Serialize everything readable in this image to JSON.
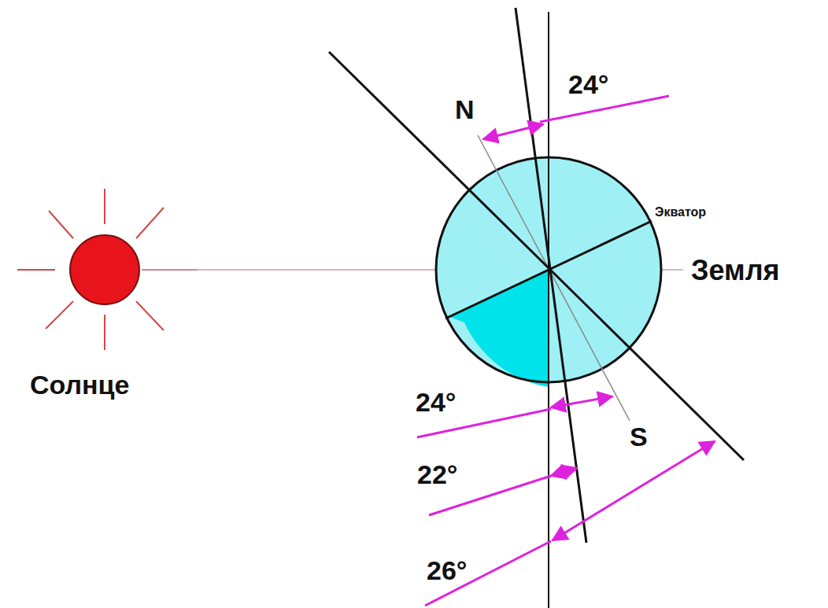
{
  "diagram": {
    "labels": [
      "N",
      "24°",
      "Экватор",
      "Земля",
      "Солнце",
      "24°",
      "22°",
      "26°",
      "S"
    ]
  }
}
